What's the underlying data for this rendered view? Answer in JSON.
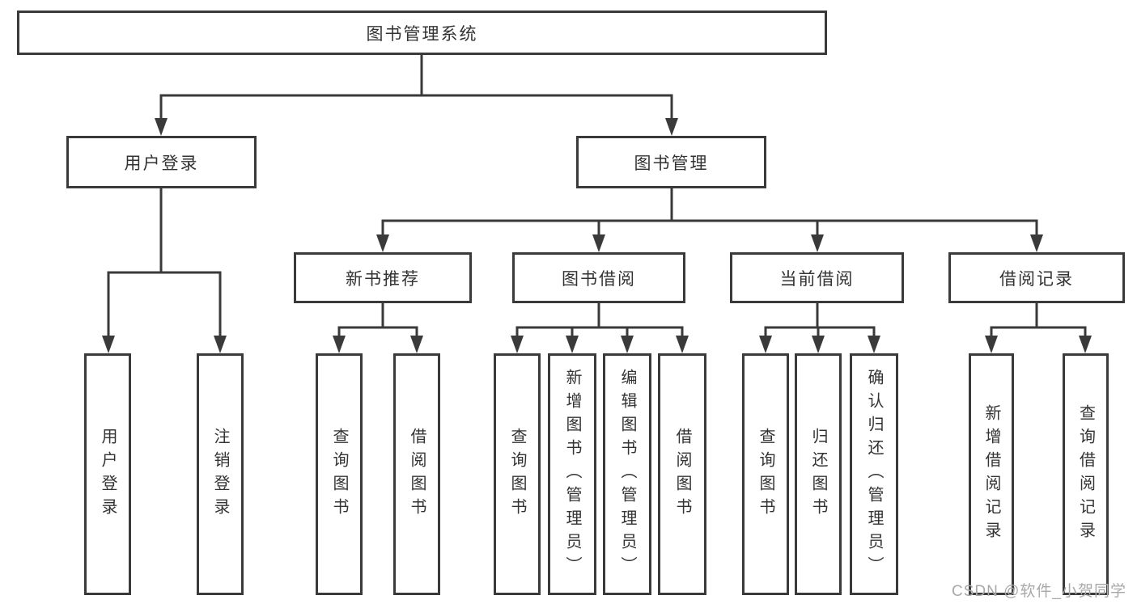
{
  "diagram": {
    "title": "图书管理系统",
    "nodes": {
      "root": "图书管理系统",
      "user_login": "用户登录",
      "book_mgmt": "图书管理",
      "new_book_rec": "新书推荐",
      "book_borrow": "图书借阅",
      "current_borrow": "当前借阅",
      "borrow_record": "借阅记录"
    },
    "leaves": {
      "ul_login": "用户登录",
      "ul_logout": "注销登录",
      "nb_query": "查询图书",
      "nb_borrow": "借阅图书",
      "bb_query": "查询图书",
      "bb_add": "新增图书（管理员）",
      "bb_edit": "编辑图书（管理员）",
      "bb_borrow": "借阅图书",
      "cb_query": "查询图书",
      "cb_return": "归还图书",
      "cb_confirm": "确认归还（管理员）",
      "br_add": "新增借阅记录",
      "br_query": "查询借阅记录"
    },
    "watermark": "CSDN @软件_小贺同学",
    "colors": {
      "line": "#3a3a3a",
      "text": "#333333",
      "watermark": "#a8a8a8",
      "background": "#ffffff"
    }
  }
}
